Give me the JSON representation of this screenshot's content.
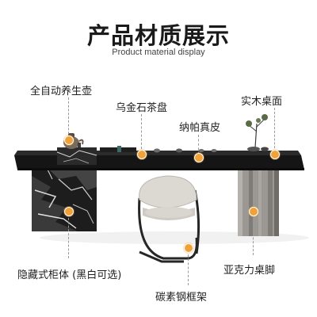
{
  "title": "产品材质展示",
  "subtitle": "Product material display",
  "labels": {
    "kettle": "全自动养生壶",
    "tea_tray": "乌金石茶盘",
    "nappa": "纳帕真皮",
    "wood_top": "实木桌面",
    "cabinet": "隐藏式柜体 (黑白可选)",
    "acrylic_leg": "亚克力桌脚",
    "frame": "碳素钢框架"
  },
  "colors": {
    "marker": "#f0a23a",
    "tabletop": "#1c1c1c",
    "chair": "#d8d4ce",
    "acrylic": "#8f8c88"
  }
}
